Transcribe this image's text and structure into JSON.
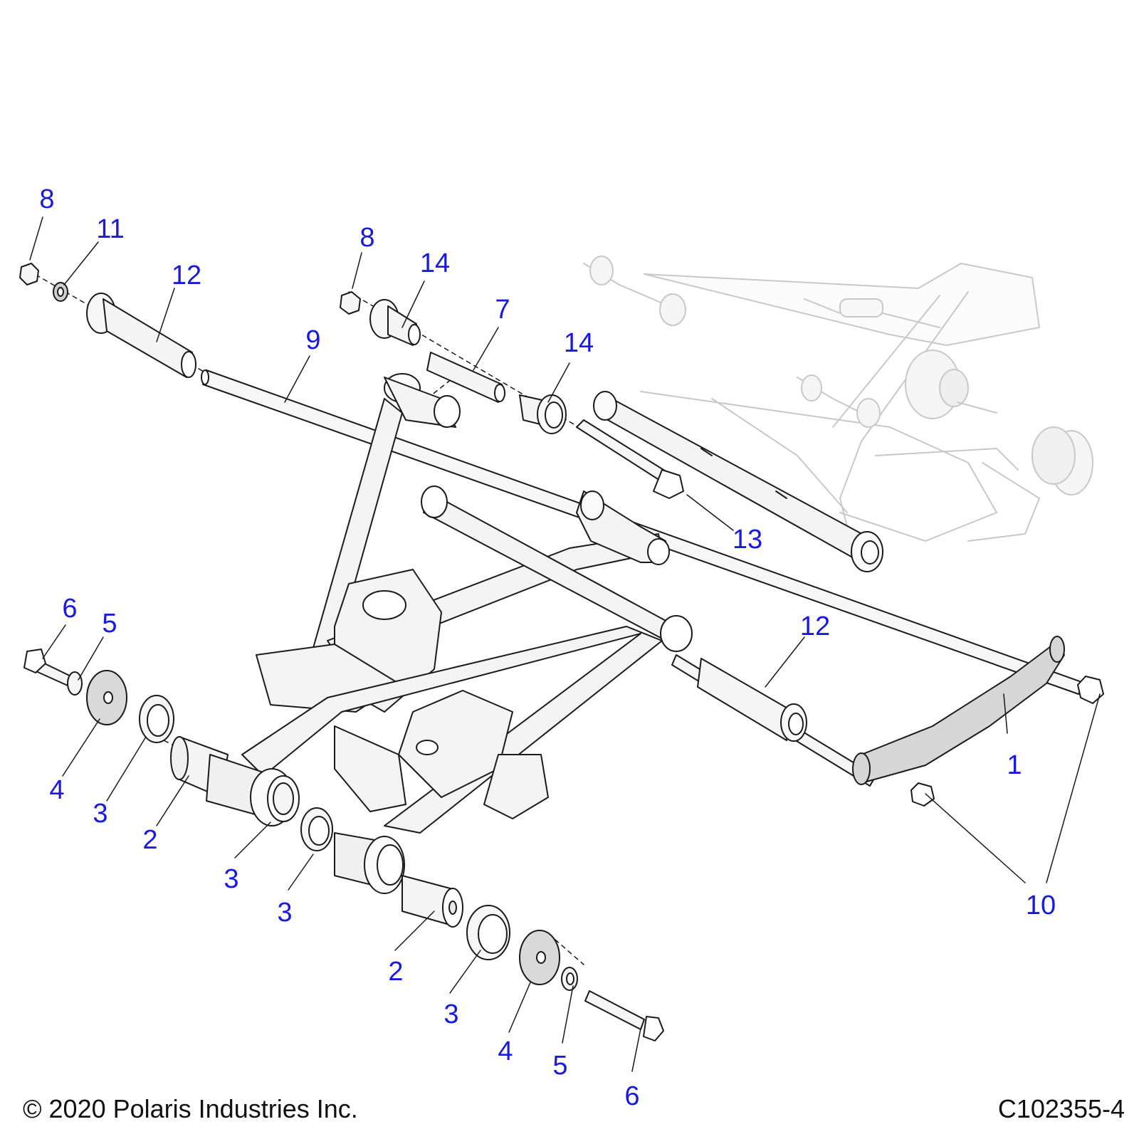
{
  "callouts": {
    "c8a": "8",
    "c11": "11",
    "c12a": "12",
    "c8b": "8",
    "c14a": "14",
    "c7": "7",
    "c9": "9",
    "c14b": "14",
    "c13": "13",
    "c6a": "6",
    "c5a": "5",
    "c12b": "12",
    "c4a": "4",
    "c3a": "3",
    "c2a": "2",
    "c3b": "3",
    "c3c": "3",
    "c1": "1",
    "c10": "10",
    "c2b": "2",
    "c3d": "3",
    "c4b": "4",
    "c5b": "5",
    "c6b": "6"
  },
  "footer": {
    "copyright": "© 2020 Polaris Industries Inc.",
    "figure_number": "C102355-4"
  },
  "colors": {
    "callout": "#1a1adf",
    "line": "#1a1a1a",
    "part_fill": "#f4f4f4",
    "ghost": "#c8c8c8"
  }
}
